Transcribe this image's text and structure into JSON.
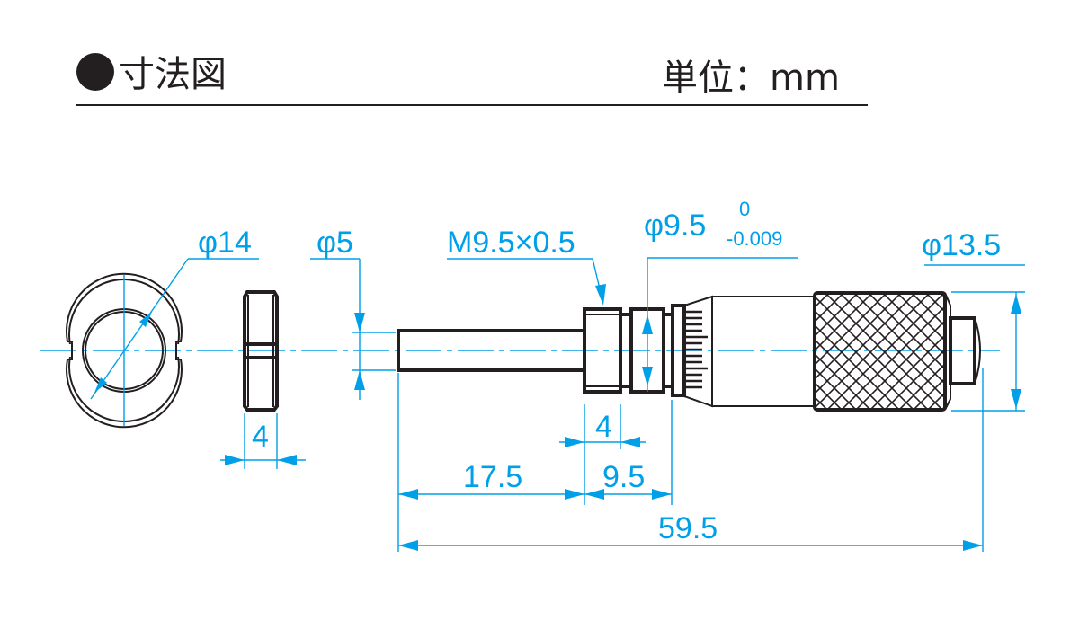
{
  "header": {
    "title": "寸法図",
    "unit": "単位：mm"
  },
  "dimensions": {
    "nut_diameter": "φ14",
    "spindle_diameter": "φ5",
    "thread": "M9.5×0.5",
    "stem_diameter": "φ9.5",
    "stem_tol_upper": "0",
    "stem_tol_lower": "-0.009",
    "thimble_diameter": "φ13.5",
    "nut_width": "4",
    "thread_nut_width": "4",
    "spindle_length": "17.5",
    "stem_length": "9.5",
    "total_length": "59.5"
  },
  "colors": {
    "line": "#231f20",
    "dimension": "#00a0e9"
  }
}
